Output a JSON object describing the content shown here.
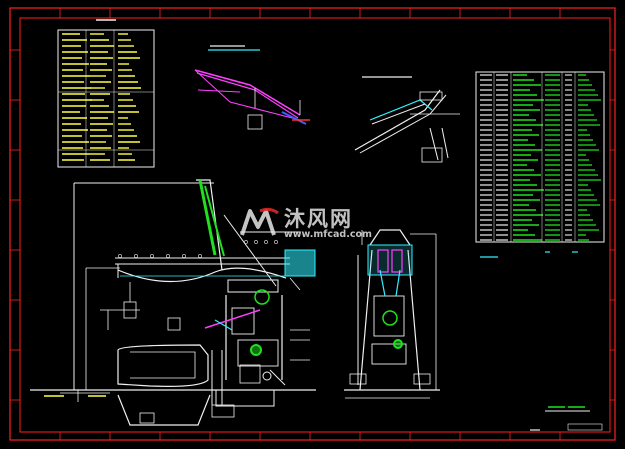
{
  "drawing": {
    "title": "Portal Crane General Assembly Drawing",
    "colors": {
      "background": "#000000",
      "frame": "#ff2020",
      "white": "#f0f0f0",
      "yellow": "#ffff40",
      "green": "#20e020",
      "cyan": "#30f0ff",
      "magenta": "#ff40ff",
      "blue": "#4060ff",
      "red": "#ff3030"
    }
  },
  "watermark": {
    "brand": "沐风网",
    "url": "www.mfcad.com",
    "logo_icon": "mfcad-logo-icon"
  }
}
